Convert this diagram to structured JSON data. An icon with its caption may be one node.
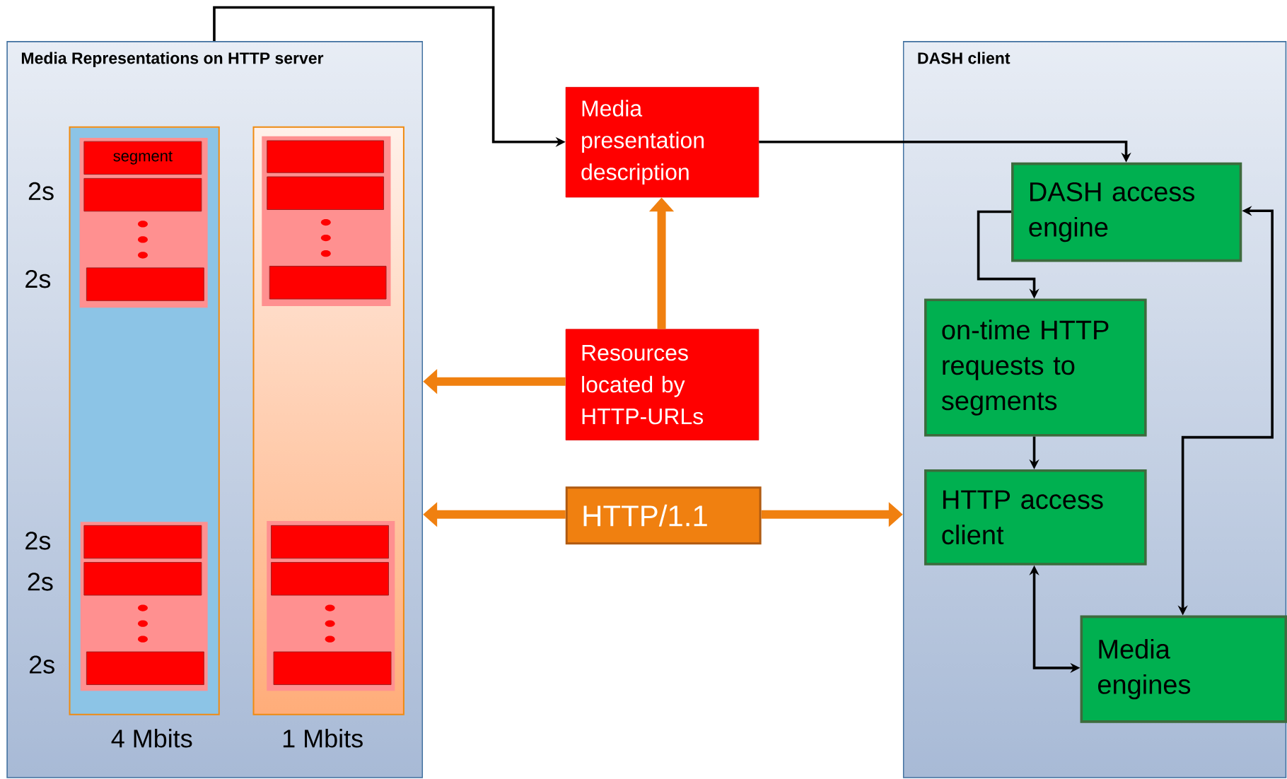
{
  "diagram": {
    "nodes": [
      {
        "text": [
          "Media Representations on HTTP server"
        ]
      },
      {
        "text": [],
        "shape": "bar",
        "in": 0,
        "beside": [
          "4 Mbits"
        ]
      },
      {
        "text": [
          "segment"
        ],
        "in": 1
      },
      {
        "text": [],
        "shape": "box",
        "in": 1
      },
      {
        "text": [],
        "shape": "box",
        "in": 1
      },
      {
        "text": [],
        "shape": "box",
        "in": 1
      },
      {
        "text": [],
        "shape": "box",
        "in": 1
      },
      {
        "text": [],
        "shape": "box",
        "in": 1
      },
      {
        "text": [],
        "shape": "bar",
        "in": 0,
        "beside": [
          "1 Mbits"
        ]
      },
      {
        "text": [],
        "shape": "box",
        "in": 8
      },
      {
        "text": [],
        "shape": "box",
        "in": 8
      },
      {
        "text": [],
        "shape": "box",
        "in": 8
      },
      {
        "text": [],
        "shape": "box",
        "in": 8
      },
      {
        "text": [],
        "shape": "box",
        "in": 8
      },
      {
        "text": [],
        "shape": "box",
        "in": 8
      },
      {
        "text": [
          "Media presentation description"
        ]
      },
      {
        "text": [
          "Resources located by HTTP-URLs"
        ]
      },
      {
        "text": [
          "HTTP/1.1"
        ]
      },
      {
        "text": [
          "DASH client"
        ]
      },
      {
        "text": [
          "DASH access engine"
        ],
        "in": 18
      },
      {
        "text": [
          "on-time HTTP requests to segments"
        ],
        "in": 18
      },
      {
        "text": [
          "HTTP access client"
        ],
        "in": 18
      },
      {
        "text": [
          "Media engines"
        ],
        "in": 18
      }
    ],
    "edges": [
      {
        "from": 0,
        "to": 15,
        "arrow": "to"
      },
      {
        "from": 15,
        "to": 19,
        "arrow": "to"
      },
      {
        "from": 16,
        "to": 15,
        "arrow": "to",
        "style": "thick",
        "color": "#f08010"
      },
      {
        "from": 16,
        "to": 0,
        "arrow": "to",
        "style": "thick",
        "color": "#f08010"
      },
      {
        "from": 17,
        "to": 0,
        "arrow": "to",
        "style": "thick",
        "color": "#f08010"
      },
      {
        "from": 17,
        "to": 18,
        "arrow": "to",
        "style": "thick",
        "color": "#f08010"
      },
      {
        "from": 19,
        "to": 20,
        "arrow": "to"
      },
      {
        "from": 20,
        "to": 21,
        "arrow": "to"
      },
      {
        "from": 21,
        "to": 22,
        "arrow": "both"
      },
      {
        "from": 22,
        "to": 19,
        "arrow": "both"
      }
    ],
    "labels": [
      "2s",
      "2s",
      "2s",
      "2s",
      "2s"
    ]
  }
}
